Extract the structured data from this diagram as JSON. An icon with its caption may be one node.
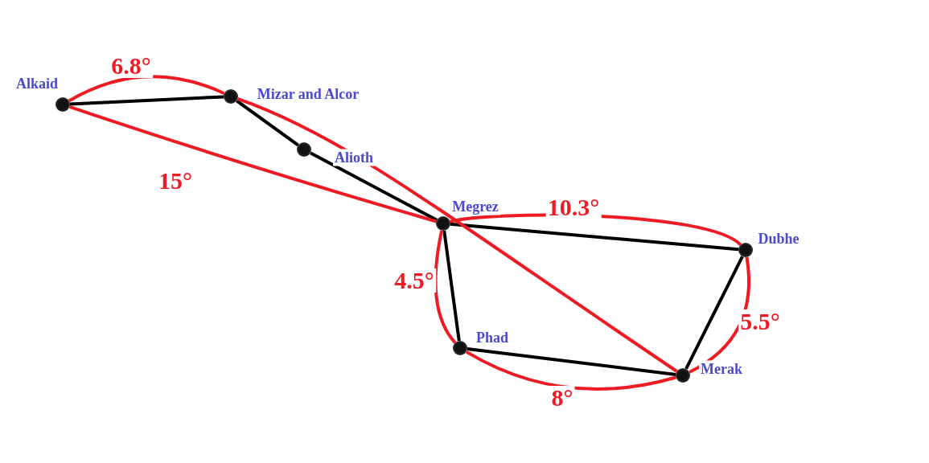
{
  "diagram": {
    "nodes": [
      {
        "text": [],
        "shape": "circle",
        "beside": [
          "Alkaid"
        ]
      },
      {
        "text": [],
        "shape": "circle",
        "beside": [
          "Mizar and Alcor"
        ]
      },
      {
        "text": [],
        "shape": "circle",
        "beside": [
          "Alioth"
        ]
      },
      {
        "text": [],
        "shape": "circle",
        "beside": [
          "Megrez"
        ]
      },
      {
        "text": [],
        "shape": "circle",
        "beside": [
          "Dubhe"
        ]
      },
      {
        "text": [],
        "shape": "circle",
        "beside": [
          "Phad"
        ]
      },
      {
        "text": [],
        "shape": "circle",
        "beside": [
          "Merak"
        ]
      }
    ],
    "edges": [
      {
        "from": 0,
        "to": 1,
        "arrow": "none"
      },
      {
        "from": 1,
        "to": 2,
        "arrow": "none"
      },
      {
        "from": 2,
        "to": 3,
        "arrow": "none"
      },
      {
        "from": 3,
        "to": 4,
        "arrow": "none"
      },
      {
        "from": 4,
        "to": 6,
        "arrow": "none"
      },
      {
        "from": 6,
        "to": 5,
        "arrow": "none"
      },
      {
        "from": 5,
        "to": 3,
        "arrow": "none"
      },
      {
        "from": 0,
        "to": 1,
        "arrow": "none",
        "label": "6.8°",
        "color": "#ed1c24"
      },
      {
        "from": 0,
        "to": 3,
        "arrow": "none",
        "label": "15°",
        "color": "#ed1c24"
      },
      {
        "from": 1,
        "to": 6,
        "arrow": "none",
        "color": "#ed1c24"
      },
      {
        "from": 3,
        "to": 4,
        "arrow": "none",
        "label": "10.3°",
        "color": "#ed1c24"
      },
      {
        "from": 3,
        "to": 5,
        "arrow": "none",
        "label": "4.5°",
        "color": "#ed1c24"
      },
      {
        "from": 4,
        "to": 6,
        "arrow": "none",
        "label": "5.5°",
        "color": "#ed1c24"
      },
      {
        "from": 5,
        "to": 6,
        "arrow": "none",
        "label": "8°",
        "color": "#ed1c24"
      }
    ]
  }
}
